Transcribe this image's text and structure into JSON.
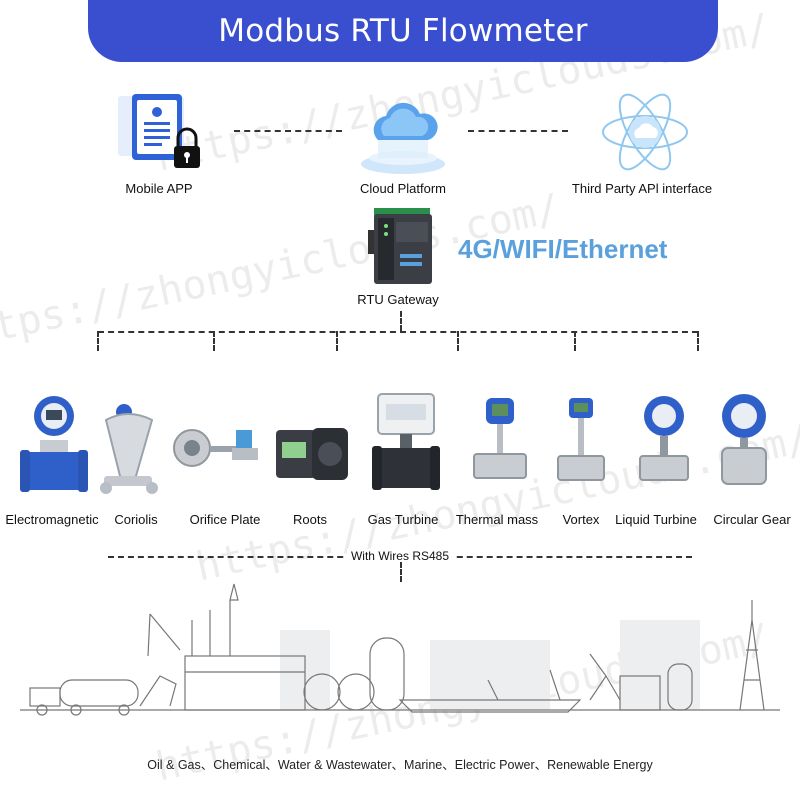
{
  "title": "Modbus RTU Flowmeter",
  "top_nodes": [
    {
      "label": "Mobile APP",
      "icon": "mobile-app-lock-icon"
    },
    {
      "label": "Cloud Platform",
      "icon": "cloud-platform-icon"
    },
    {
      "label": "Third Party APl interface",
      "icon": "atom-cloud-icon"
    }
  ],
  "gateway": {
    "label": "RTU Gateway",
    "icon": "rtu-gateway-icon"
  },
  "network_label": "4G/WIFI/Ethernet",
  "devices": [
    {
      "label": "Electromagnetic",
      "icon": "electromagnetic-flowmeter-icon"
    },
    {
      "label": "Coriolis",
      "icon": "coriolis-flowmeter-icon"
    },
    {
      "label": "Orifice Plate",
      "icon": "orifice-plate-flowmeter-icon"
    },
    {
      "label": "Roots",
      "icon": "roots-flowmeter-icon"
    },
    {
      "label": "Gas Turbine",
      "icon": "gas-turbine-flowmeter-icon"
    },
    {
      "label": "Thermal mass",
      "icon": "thermal-mass-flowmeter-icon"
    },
    {
      "label": "Vortex",
      "icon": "vortex-flowmeter-icon"
    },
    {
      "label": "Liquid Turbine",
      "icon": "liquid-turbine-flowmeter-icon"
    },
    {
      "label": "Circular Gear",
      "icon": "circular-gear-flowmeter-icon"
    }
  ],
  "wires_label": "With Wires RS485",
  "industries": "Oil & Gas、Chemical、Water & Wastewater、Marine、Electric Power、Renewable Energy",
  "watermark": "https://zhongyiclouds.com/",
  "colors": {
    "banner": "#3a4fd0",
    "network_text": "#5aa0dc",
    "device_blue": "#2f5fc8"
  }
}
